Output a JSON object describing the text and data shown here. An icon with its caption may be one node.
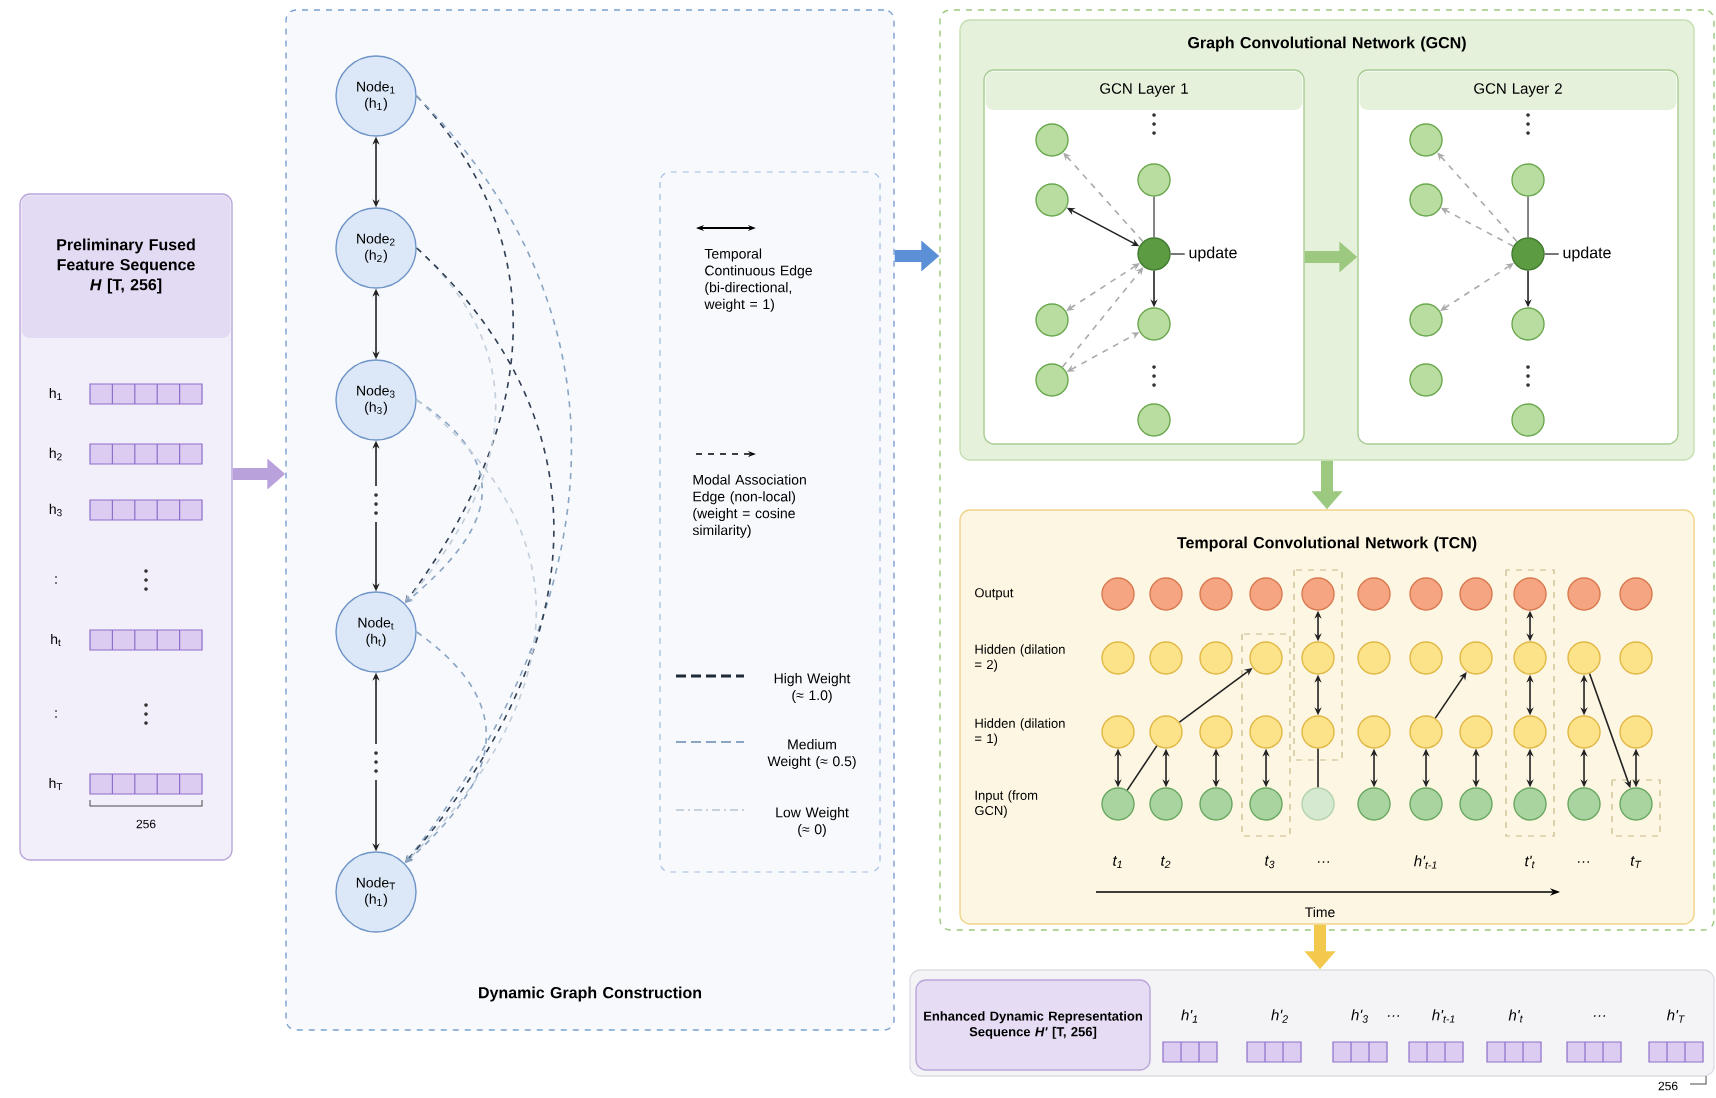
{
  "diagram": {
    "nodes": [
      {
        "text": [
          "Preliminary Fused Feature Sequence *H* [T, 256]"
        ]
      },
      {
        "text": [
          "Dynamic Graph Construction"
        ]
      },
      {
        "text": [
          "Node$_{1}$ (h$_{1}$)"
        ],
        "in": 1
      },
      {
        "text": [
          "Node$_{2}$ (h$_{2}$)"
        ],
        "in": 1
      },
      {
        "text": [
          "Node$_{3}$ (h$_{3}$)"
        ],
        "in": 1
      },
      {
        "text": [
          "Node$_{t}$ (h$_{t}$)"
        ],
        "in": 1
      },
      {
        "text": [
          "Node$_{T}$ (h$_{1}$)"
        ],
        "in": 1
      },
      {
        "text": [],
        "shape": "box"
      },
      {
        "text": [
          "Graph Convolutional Network (GCN)"
        ],
        "in": 7
      },
      {
        "text": [
          "GCN Layer 1"
        ],
        "in": 8
      },
      {
        "text": [
          "GCN Layer 2"
        ],
        "in": 8
      },
      {
        "text": [],
        "shape": "circle",
        "in": 9
      },
      {
        "text": [],
        "shape": "circle",
        "in": 9
      },
      {
        "text": [],
        "shape": "circle",
        "in": 9
      },
      {
        "text": [],
        "shape": "circle",
        "in": 9
      },
      {
        "text": [],
        "shape": "circle",
        "in": 9
      },
      {
        "text": [],
        "shape": "circle",
        "in": 9,
        "beside": [
          "update"
        ]
      },
      {
        "text": [],
        "shape": "circle",
        "in": 9
      },
      {
        "text": [],
        "shape": "circle",
        "in": 9
      },
      {
        "text": [],
        "shape": "circle",
        "in": 10
      },
      {
        "text": [],
        "shape": "circle",
        "in": 10
      },
      {
        "text": [],
        "shape": "circle",
        "in": 10
      },
      {
        "text": [],
        "shape": "circle",
        "in": 10
      },
      {
        "text": [],
        "shape": "circle",
        "in": 10
      },
      {
        "text": [],
        "shape": "circle",
        "in": 10,
        "beside": [
          "update"
        ]
      },
      {
        "text": [],
        "shape": "circle",
        "in": 10
      },
      {
        "text": [],
        "shape": "circle",
        "in": 10
      },
      {
        "text": [
          "Temporal Convolutional Network (TCN)"
        ],
        "in": 7
      },
      {
        "text": [],
        "shape": "circle",
        "in": 27
      },
      {
        "text": [],
        "shape": "circle",
        "in": 27
      },
      {
        "text": [],
        "shape": "circle",
        "in": 27
      },
      {
        "text": [],
        "shape": "circle",
        "in": 27
      },
      {
        "text": [],
        "shape": "circle",
        "in": 27
      },
      {
        "text": [],
        "shape": "circle",
        "in": 27
      },
      {
        "text": [],
        "shape": "circle",
        "in": 27
      },
      {
        "text": [],
        "shape": "circle",
        "in": 27
      },
      {
        "text": [],
        "shape": "circle",
        "in": 27
      },
      {
        "text": [],
        "shape": "circle",
        "in": 27
      },
      {
        "text": [],
        "shape": "circle",
        "in": 27
      },
      {
        "text": [],
        "shape": "circle",
        "in": 27
      },
      {
        "text": [],
        "shape": "circle",
        "in": 27
      },
      {
        "text": [],
        "shape": "circle",
        "in": 27
      },
      {
        "text": [],
        "shape": "circle",
        "in": 27
      },
      {
        "text": [],
        "shape": "circle",
        "in": 27
      },
      {
        "text": [],
        "shape": "circle",
        "in": 27
      },
      {
        "text": [],
        "shape": "circle",
        "in": 27
      },
      {
        "text": [],
        "shape": "circle",
        "in": 27
      },
      {
        "text": [],
        "shape": "circle",
        "in": 27
      },
      {
        "text": [],
        "shape": "circle",
        "in": 27
      },
      {
        "text": [],
        "shape": "circle",
        "in": 27
      },
      {
        "text": [],
        "shape": "circle",
        "in": 27
      },
      {
        "text": [],
        "shape": "circle",
        "in": 27
      },
      {
        "text": [],
        "shape": "circle",
        "in": 27
      },
      {
        "text": [],
        "shape": "circle",
        "in": 27
      },
      {
        "text": [],
        "shape": "circle",
        "in": 27
      },
      {
        "text": [],
        "shape": "circle",
        "in": 27
      },
      {
        "text": [],
        "shape": "circle",
        "in": 27
      },
      {
        "text": [],
        "shape": "circle",
        "in": 27
      },
      {
        "text": [],
        "shape": "circle",
        "in": 27
      },
      {
        "text": [],
        "shape": "circle",
        "in": 27
      },
      {
        "text": [],
        "shape": "circle",
        "in": 27
      },
      {
        "text": [],
        "shape": "circle",
        "in": 27
      },
      {
        "text": [],
        "shape": "circle",
        "in": 27
      },
      {
        "text": [],
        "shape": "circle",
        "in": 27
      },
      {
        "text": [],
        "shape": "circle",
        "in": 27
      },
      {
        "text": [],
        "shape": "circle",
        "in": 27
      },
      {
        "text": [],
        "shape": "circle",
        "in": 27
      },
      {
        "text": [],
        "shape": "circle",
        "in": 27
      },
      {
        "text": [],
        "shape": "circle",
        "in": 27
      },
      {
        "text": [],
        "shape": "circle",
        "in": 27
      },
      {
        "text": [],
        "shape": "circle",
        "in": 27
      },
      {
        "text": [],
        "shape": "circle",
        "in": 27
      },
      {
        "text": [],
        "shape": "box"
      },
      {
        "text": [
          "Enhanced Dynamic Representation Sequence *H'* [T, 256]"
        ],
        "in": 72
      }
    ],
    "edges": [
      {
        "from": 0,
        "to": 1,
        "arrow": "to",
        "style": "thick",
        "color": "#b9a2dc"
      },
      {
        "from": 2,
        "to": 3,
        "arrow": "both"
      },
      {
        "from": 3,
        "to": 4,
        "arrow": "both"
      },
      {
        "from": 4,
        "to": 5,
        "arrow": "both"
      },
      {
        "from": 5,
        "to": 6,
        "arrow": "both"
      },
      {
        "from": 2,
        "to": 5,
        "arrow": "to",
        "style": "dashed",
        "color": "#2f3e52"
      },
      {
        "from": 2,
        "to": 6,
        "arrow": "to",
        "style": "dashed",
        "color": "#8aa5c4"
      },
      {
        "from": 3,
        "to": 5,
        "arrow": "to",
        "style": "dashed",
        "color": "#c3cedb"
      },
      {
        "from": 3,
        "to": 6,
        "arrow": "to",
        "style": "dashed",
        "color": "#2f3e52"
      },
      {
        "from": 4,
        "to": 5,
        "arrow": "to",
        "style": "dashed",
        "color": "#8aa5c4"
      },
      {
        "from": 4,
        "to": 6,
        "arrow": "to",
        "style": "dashed",
        "color": "#c3cedb"
      },
      {
        "from": 5,
        "to": 6,
        "arrow": "to",
        "style": "dashed",
        "color": "#8aa5c4"
      },
      {
        "from": 1,
        "to": 7,
        "arrow": "to",
        "style": "thick",
        "color": "#5b8fd6"
      },
      {
        "from": 9,
        "to": 10,
        "arrow": "to",
        "style": "thick",
        "color": "#9cc97f"
      },
      {
        "from": 8,
        "to": 27,
        "arrow": "to",
        "style": "thick",
        "color": "#9cc97f"
      },
      {
        "from": 27,
        "to": 72,
        "arrow": "to",
        "style": "thick",
        "color": "#f2c94c"
      },
      {
        "from": 15,
        "to": 16,
        "arrow": "none",
        "color": "#666666"
      },
      {
        "from": 16,
        "to": 17,
        "arrow": "to"
      },
      {
        "from": 16,
        "to": 11,
        "arrow": "to",
        "style": "dashed",
        "color": "#aaaaaa"
      },
      {
        "from": 12,
        "to": 16,
        "arrow": "both"
      },
      {
        "from": 13,
        "to": 16,
        "arrow": "both",
        "style": "dashed",
        "color": "#aaaaaa"
      },
      {
        "from": 14,
        "to": 17,
        "arrow": "both",
        "style": "dashed",
        "color": "#aaaaaa"
      },
      {
        "from": 14,
        "to": 16,
        "arrow": "to",
        "style": "dashed",
        "color": "#aaaaaa"
      },
      {
        "from": 23,
        "to": 24,
        "arrow": "none",
        "color": "#666666"
      },
      {
        "from": 24,
        "to": 25,
        "arrow": "to"
      },
      {
        "from": 24,
        "to": 19,
        "arrow": "to",
        "style": "dashed",
        "color": "#aaaaaa"
      },
      {
        "from": 24,
        "to": 20,
        "arrow": "to",
        "style": "dashed",
        "color": "#aaaaaa"
      },
      {
        "from": 21,
        "to": 24,
        "arrow": "both",
        "style": "dashed",
        "color": "#aaaaaa"
      },
      {
        "from": 61,
        "to": 50,
        "arrow": "both"
      },
      {
        "from": 62,
        "to": 51,
        "arrow": "both"
      },
      {
        "from": 63,
        "to": 52,
        "arrow": "both"
      },
      {
        "from": 64,
        "to": 53,
        "arrow": "both"
      },
      {
        "from": 66,
        "to": 55,
        "arrow": "both"
      },
      {
        "from": 67,
        "to": 56,
        "arrow": "both"
      },
      {
        "from": 68,
        "to": 57,
        "arrow": "both"
      },
      {
        "from": 69,
        "to": 58,
        "arrow": "both"
      },
      {
        "from": 70,
        "to": 59,
        "arrow": "both"
      },
      {
        "from": 71,
        "to": 60,
        "arrow": "both"
      },
      {
        "from": 54,
        "to": 65,
        "arrow": "none"
      },
      {
        "from": 54,
        "to": 43,
        "arrow": "both"
      },
      {
        "from": 58,
        "to": 47,
        "arrow": "both"
      },
      {
        "from": 59,
        "to": 48,
        "arrow": "both"
      },
      {
        "from": 43,
        "to": 32,
        "arrow": "both"
      },
      {
        "from": 47,
        "to": 36,
        "arrow": "both"
      },
      {
        "from": 61,
        "to": 51,
        "arrow": "none"
      },
      {
        "from": 51,
        "to": 42,
        "arrow": "to"
      },
      {
        "from": 56,
        "to": 46,
        "arrow": "to"
      },
      {
        "from": 48,
        "to": 71,
        "arrow": "to"
      }
    ],
    "labels": [
      "h$_{1}$",
      "h$_{2}$",
      "h$_{3}$",
      ":",
      "h$_{t}$",
      ":",
      "h$_{T}$",
      "256",
      "Output",
      "Hidden (dilation = 2)",
      "Hidden (dilation = 1)",
      "Input (from GCN)",
      "t$_{1}$",
      "t$_{2}$",
      "t$_{3}$",
      "…",
      "h'$_{t-1}$",
      "t'$_{t}$",
      "…",
      "t$_{T}$",
      "Time",
      "h'$_{1}$",
      "h'$_{2}$",
      "h'$_{3}$",
      "…",
      "h'$_{t-1}$",
      "h'$_{t}$",
      "…",
      "h'$_{T}$",
      "256"
    ],
    "legend": [
      {
        "text": "Temporal Continuous Edge (bi-directional, weight = 1)"
      },
      {
        "text": "Modal Association Edge (non-local) (weight = cosine similarity)"
      },
      {
        "text": "High Weight (≈ 1.0)"
      },
      {
        "text": "Medium Weight (≈ 0.5)"
      },
      {
        "text": "Low Weight (≈ 0)"
      }
    ]
  }
}
